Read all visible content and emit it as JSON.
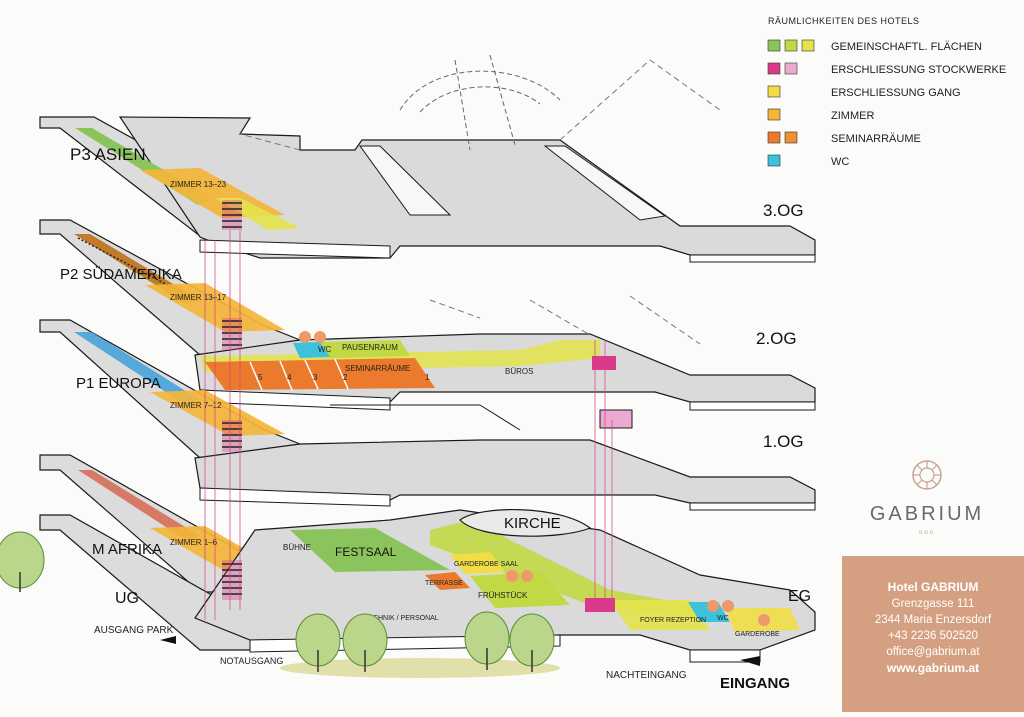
{
  "legend": {
    "title": "RÄUMLICHKEITEN DES HOTELS",
    "items": [
      {
        "label": "GEMEINSCHAFTL. FLÄCHEN",
        "colors": [
          "#8bc45c",
          "#c3d845",
          "#e2e34a"
        ]
      },
      {
        "label": "ERSCHLIESSUNG STOCKWERKE",
        "colors": [
          "#d93a8a",
          "#ecaad0"
        ]
      },
      {
        "label": "ERSCHLIESSUNG GANG",
        "colors": [
          "#f1dd45"
        ]
      },
      {
        "label": "ZIMMER",
        "colors": [
          "#f3b53a"
        ]
      },
      {
        "label": "SEMINARRÄUME",
        "colors": [
          "#ec7a2c",
          "#ef8f36"
        ]
      },
      {
        "label": "WC",
        "colors": [
          "#3ec1d9"
        ]
      }
    ]
  },
  "levels": {
    "og3": "3.OG",
    "og2": "2.OG",
    "og1": "1.OG",
    "eg": "EG",
    "ug": "UG"
  },
  "floors": {
    "p3": "P3 ASIEN",
    "p2": "P2 SÜDAMERIKA",
    "p1": "P1 EUROPA",
    "m": "M AFRIKA"
  },
  "rooms": {
    "zimmer_p3": "ZIMMER 13–23",
    "zimmer_p2": "ZIMMER 13–17",
    "zimmer_p1": "ZIMMER 7–12",
    "zimmer_m": "ZIMMER 1–6",
    "wc_og2": "WC",
    "pausenraum": "PAUSENRAUM",
    "seminarraeume": "SEMINARRÄUME",
    "seminar_numbers": [
      "5",
      "4",
      "3",
      "2",
      "1"
    ],
    "bueros": "BÜROS",
    "buehne": "BÜHNE",
    "festsaal": "FESTSAAL",
    "kirche": "KIRCHE",
    "garderobe_saal": "GARDEROBE SAAL",
    "terrasse": "TERRASSE",
    "fruehstueck": "FRÜHSTÜCK",
    "technik": "TECHNIK / PERSONAL",
    "foyer": "FOYER REZEPTION",
    "wc_eg": "WC",
    "garderobe": "GARDEROBE"
  },
  "exits": {
    "ausgang_park": "AUSGANG PARK",
    "notausgang": "NOTAUSGANG",
    "nachteingang": "NACHTEINGANG",
    "eingang": "EINGANG"
  },
  "brand": {
    "name": "GABRIUM",
    "dots": "ooo"
  },
  "contact": {
    "hotel": "Hotel GABRIUM",
    "street": "Grenzgasse 111",
    "city": "2344 Maria Enzersdorf",
    "phone": "+43 2236 502520",
    "email": "office@gabrium.at",
    "web": "www.gabrium.at"
  },
  "colors": {
    "floor_top": "#d9d9d9",
    "floor_side": "#ffffff",
    "outline": "#1a1a1a",
    "card": "#d4a081"
  }
}
